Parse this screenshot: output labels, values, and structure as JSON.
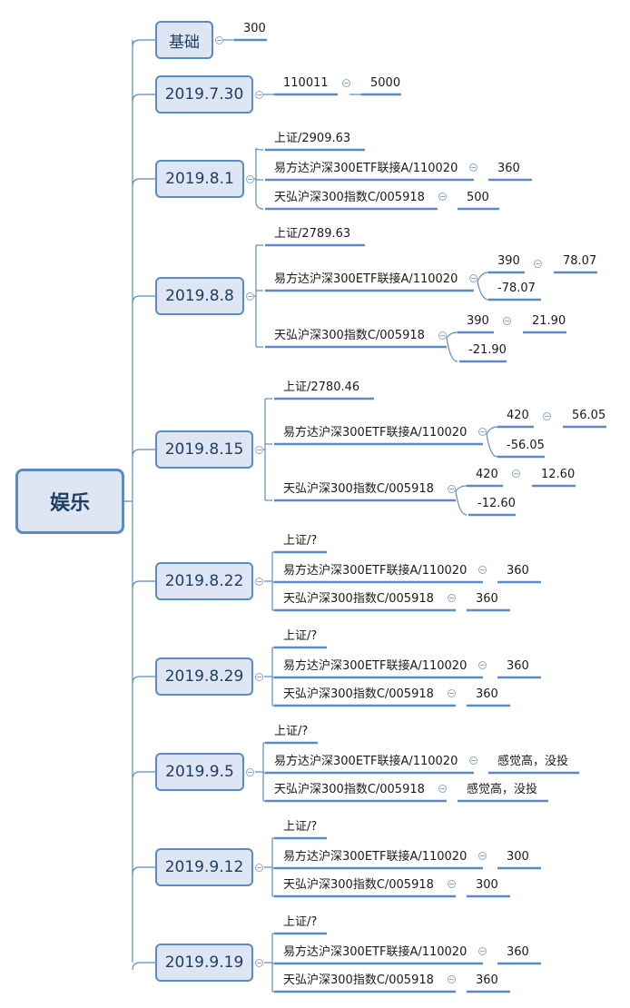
{
  "root": "娱乐",
  "basis": {
    "label": "基础",
    "value": "300"
  },
  "d0730": {
    "date": "2019.7.30",
    "a": "110011",
    "b": "5000"
  },
  "d0801": {
    "date": "2019.8.1",
    "sh": "上证/2909.63",
    "f1": "易方达沪深300ETF联接A/110020",
    "v1": "360",
    "f2": "天弘沪深300指数C/005918",
    "v2": "500"
  },
  "d0808": {
    "date": "2019.8.8",
    "sh": "上证/2789.63",
    "f1": "易方达沪深300ETF联接A/110020",
    "f1a": "390",
    "f1b": "78.07",
    "f1c": "-78.07",
    "f2": "天弘沪深300指数C/005918",
    "f2a": "390",
    "f2b": "21.90",
    "f2c": "-21.90"
  },
  "d0815": {
    "date": "2019.8.15",
    "sh": "上证/2780.46",
    "f1": "易方达沪深300ETF联接A/110020",
    "f1a": "420",
    "f1b": "56.05",
    "f1c": "-56.05",
    "f2": "天弘沪深300指数C/005918",
    "f2a": "420",
    "f2b": "12.60",
    "f2c": "-12.60"
  },
  "d0822": {
    "date": "2019.8.22",
    "sh": "上证/?",
    "f1": "易方达沪深300ETF联接A/110020",
    "v1": "360",
    "f2": "天弘沪深300指数C/005918",
    "v2": "360"
  },
  "d0829": {
    "date": "2019.8.29",
    "sh": "上证/?",
    "f1": "易方达沪深300ETF联接A/110020",
    "v1": "360",
    "f2": "天弘沪深300指数C/005918",
    "v2": "360"
  },
  "d0905": {
    "date": "2019.9.5",
    "sh": "上证/?",
    "f1": "易方达沪深300ETF联接A/110020",
    "v1": "感觉高，没投",
    "f2": "天弘沪深300指数C/005918",
    "v2": "感觉高，没投"
  },
  "d0912": {
    "date": "2019.9.12",
    "sh": "上证/?",
    "f1": "易方达沪深300ETF联接A/110020",
    "v1": "300",
    "f2": "天弘沪深300指数C/005918",
    "v2": "300"
  },
  "d0919": {
    "date": "2019.9.19",
    "sh": "上证/?",
    "f1": "易方达沪深300ETF联接A/110020",
    "v1": "360",
    "f2": "天弘沪深300指数C/005918",
    "v2": "360"
  },
  "colors": {
    "line": "#5b8bc5",
    "node_fill": "#dde6f2",
    "node_border": "#5b8bc5"
  }
}
